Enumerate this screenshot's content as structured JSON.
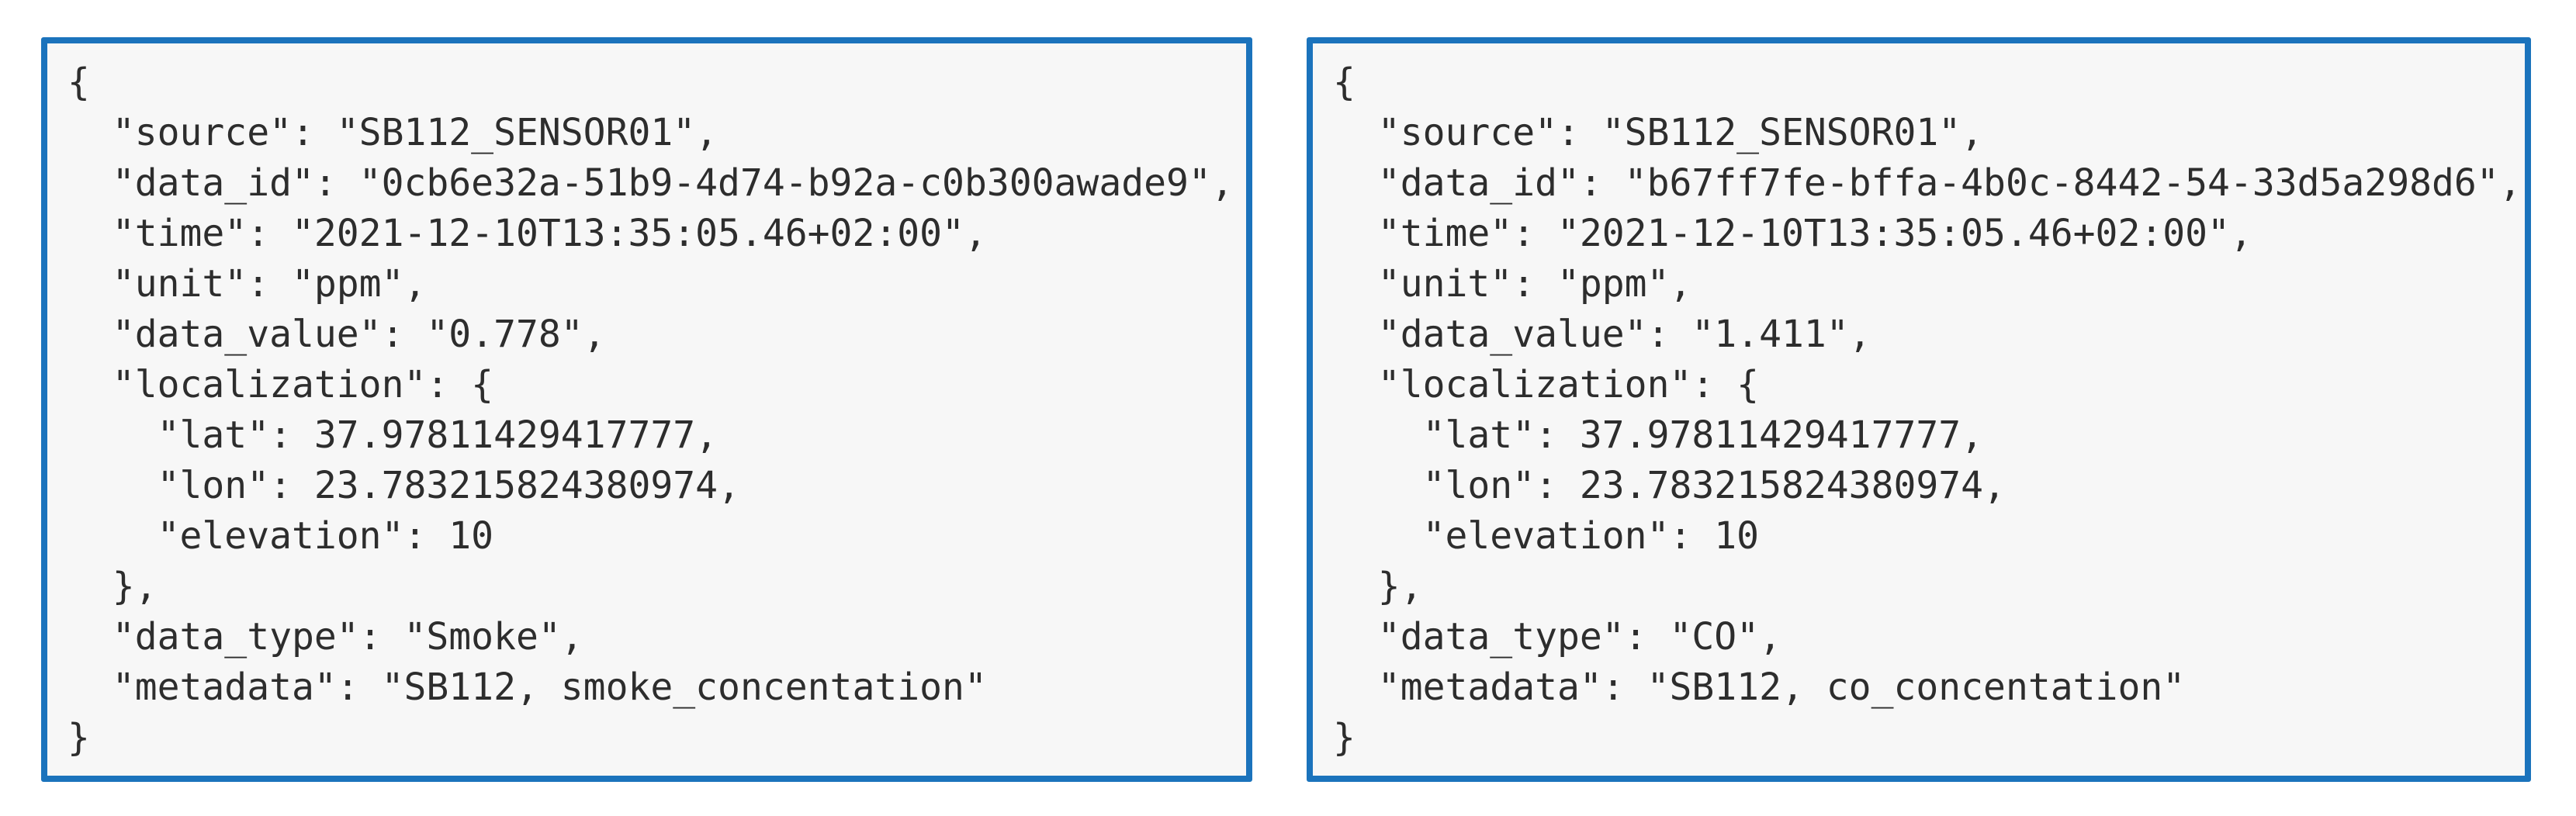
{
  "colors": {
    "page_background": "#ffffff",
    "panel_background": "#f7f7f7",
    "panel_border": "#1b73bc",
    "code_text": "#2d2d2d"
  },
  "panels": [
    {
      "name": "smoke-sensor-json",
      "data_type": "Smoke",
      "code": "{\n  \"source\": \"SB112_SENSOR01\",\n  \"data_id\": \"0cb6e32a-51b9-4d74-b92a-c0b300awade9\",\n  \"time\": \"2021-12-10T13:35:05.46+02:00\",\n  \"unit\": \"ppm\",\n  \"data_value\": \"0.778\",\n  \"localization\": {\n    \"lat\": 37.97811429417777,\n    \"lon\": 23.783215824380974,\n    \"elevation\": 10\n  },\n  \"data_type\": \"Smoke\",\n  \"metadata\": \"SB112, smoke_concentation\"\n}"
    },
    {
      "name": "co-sensor-json",
      "data_type": "CO",
      "code": "{\n  \"source\": \"SB112_SENSOR01\",\n  \"data_id\": \"b67ff7fe-bffa-4b0c-8442-54-33d5a298d6\",\n  \"time\": \"2021-12-10T13:35:05.46+02:00\",\n  \"unit\": \"ppm\",\n  \"data_value\": \"1.411\",\n  \"localization\": {\n    \"lat\": 37.97811429417777,\n    \"lon\": 23.783215824380974,\n    \"elevation\": 10\n  },\n  \"data_type\": \"CO\",\n  \"metadata\": \"SB112, co_concentation\"\n}"
    }
  ]
}
